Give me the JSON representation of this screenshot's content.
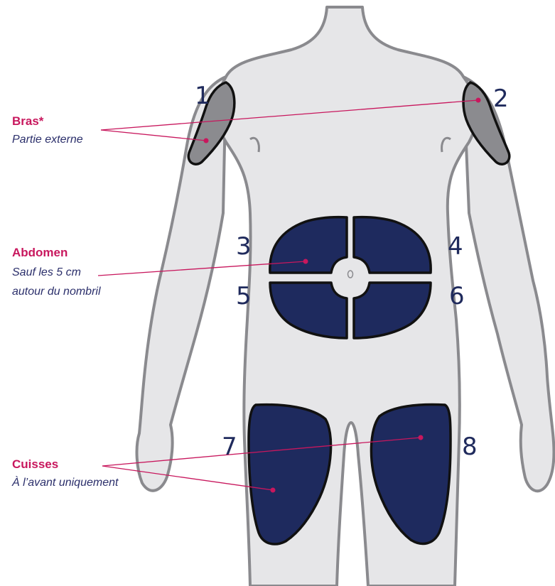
{
  "colors": {
    "body_fill": "#e6e6e8",
    "body_outline": "#8a8a8e",
    "arm_zone_fill": "#8b8b8f",
    "zone_fill": "#1e2a5e",
    "zone_outline": "#111111",
    "leader_line": "#c8175d",
    "title_text": "#c8175d",
    "sub_text": "#2b2f6b",
    "number_text": "#1f2a5c"
  },
  "zone_numbers": [
    "1",
    "2",
    "3",
    "4",
    "5",
    "6",
    "7",
    "8"
  ],
  "labels": {
    "arms": {
      "title": "Bras*",
      "subtitle": "Partie externe"
    },
    "abdomen": {
      "title": "Abdomen",
      "subtitle_line1": "Sauf les 5 cm",
      "subtitle_line2": "autour du nombril"
    },
    "thighs": {
      "title": "Cuisses",
      "subtitle": "À l’avant uniquement"
    }
  }
}
